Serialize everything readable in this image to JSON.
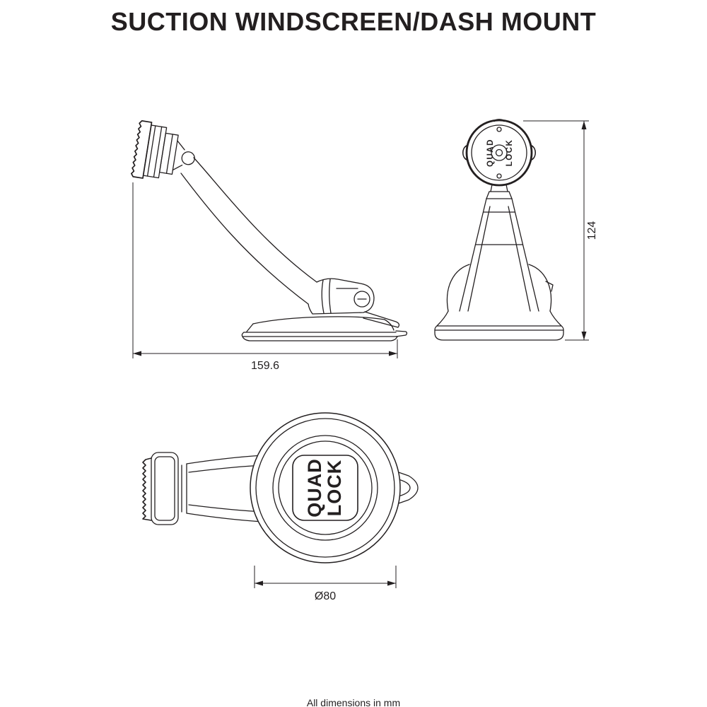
{
  "title": "SUCTION WINDSCREEN/DASH MOUNT",
  "logo": {
    "word1": "QUAD",
    "word2": "LOCK"
  },
  "dimensions": {
    "side_length": "159.6",
    "front_height": "124",
    "top_diameter": "Ø80"
  },
  "footer_note": "All dimensions in mm",
  "colors": {
    "line": "#231f20",
    "background": "#ffffff"
  }
}
